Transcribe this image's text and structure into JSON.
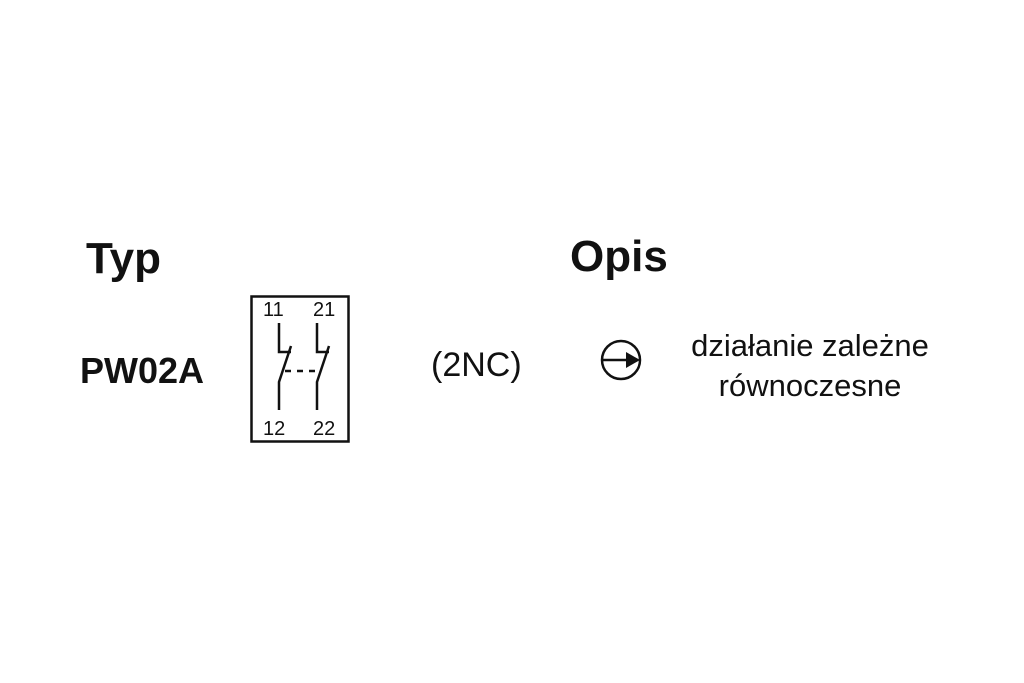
{
  "headers": {
    "type": "Typ",
    "description": "Opis"
  },
  "row": {
    "model": "PW02A",
    "contacts": {
      "top_left": "11",
      "top_right": "21",
      "bottom_left": "12",
      "bottom_right": "22"
    },
    "config": "(2NC)",
    "description_line1": "działanie zależne",
    "description_line2": "równoczesne"
  }
}
